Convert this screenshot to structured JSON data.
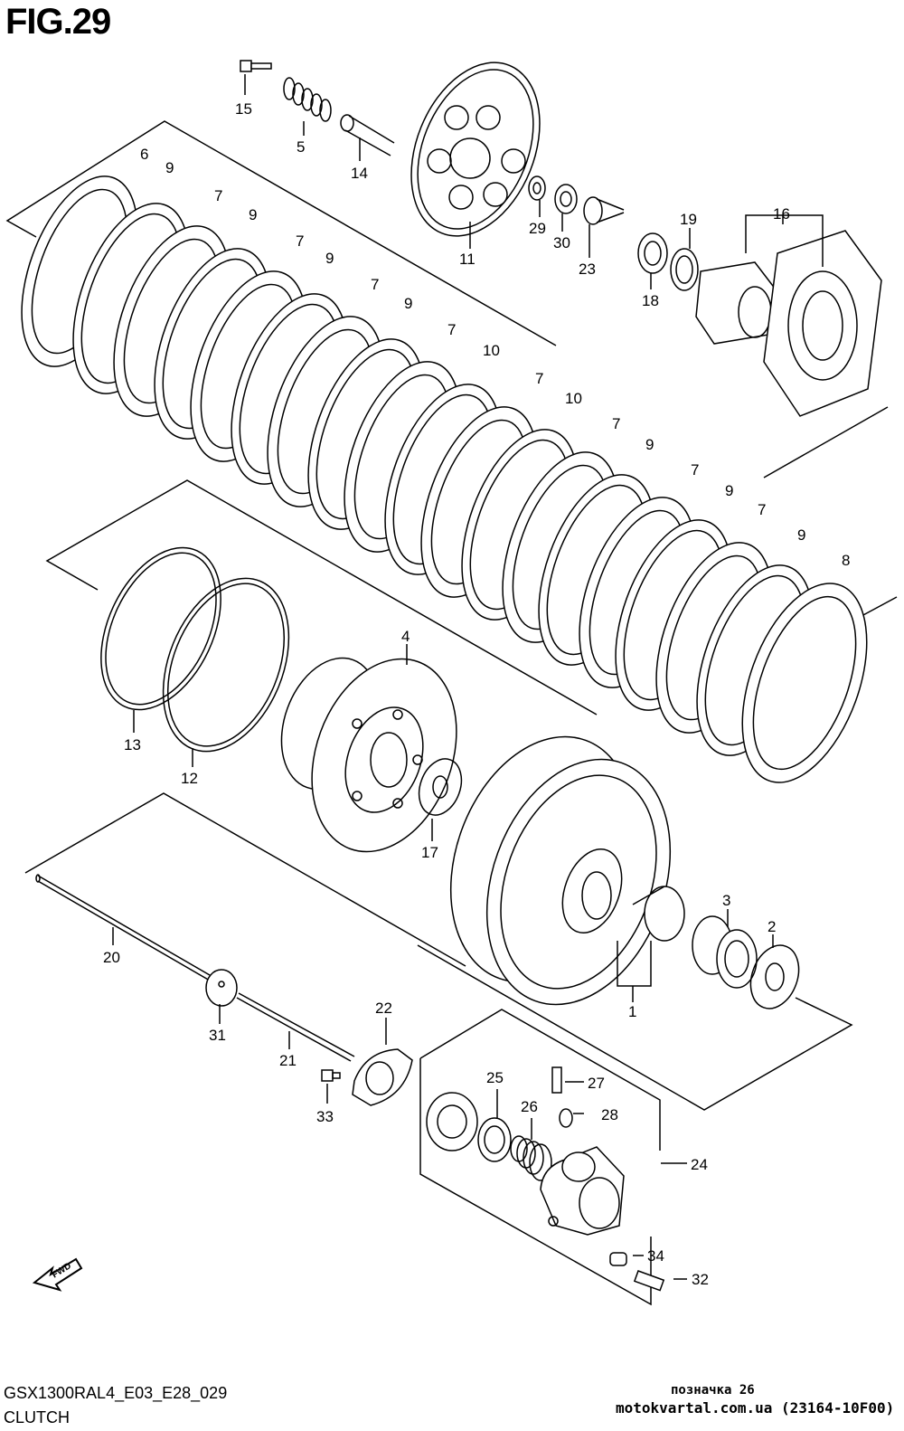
{
  "figure": {
    "title": "FIG.29",
    "model_code": "GSX1300RAL4_E03_E28_029",
    "caption": "CLUTCH",
    "marker": "позначка 26",
    "website": "motokvartal.com.ua (23164-10F00)",
    "fwd_label": "FWD"
  },
  "callouts": [
    "15",
    "5",
    "14",
    "11",
    "29",
    "30",
    "23",
    "18",
    "19",
    "16",
    "6",
    "9",
    "7",
    "9",
    "7",
    "9",
    "7",
    "9",
    "7",
    "10",
    "7",
    "10",
    "7",
    "9",
    "7",
    "9",
    "7",
    "9",
    "8",
    "4",
    "13",
    "12",
    "17",
    "3",
    "2",
    "1",
    "20",
    "31",
    "21",
    "22",
    "33",
    "25",
    "27",
    "26",
    "28",
    "24",
    "34",
    "32"
  ]
}
